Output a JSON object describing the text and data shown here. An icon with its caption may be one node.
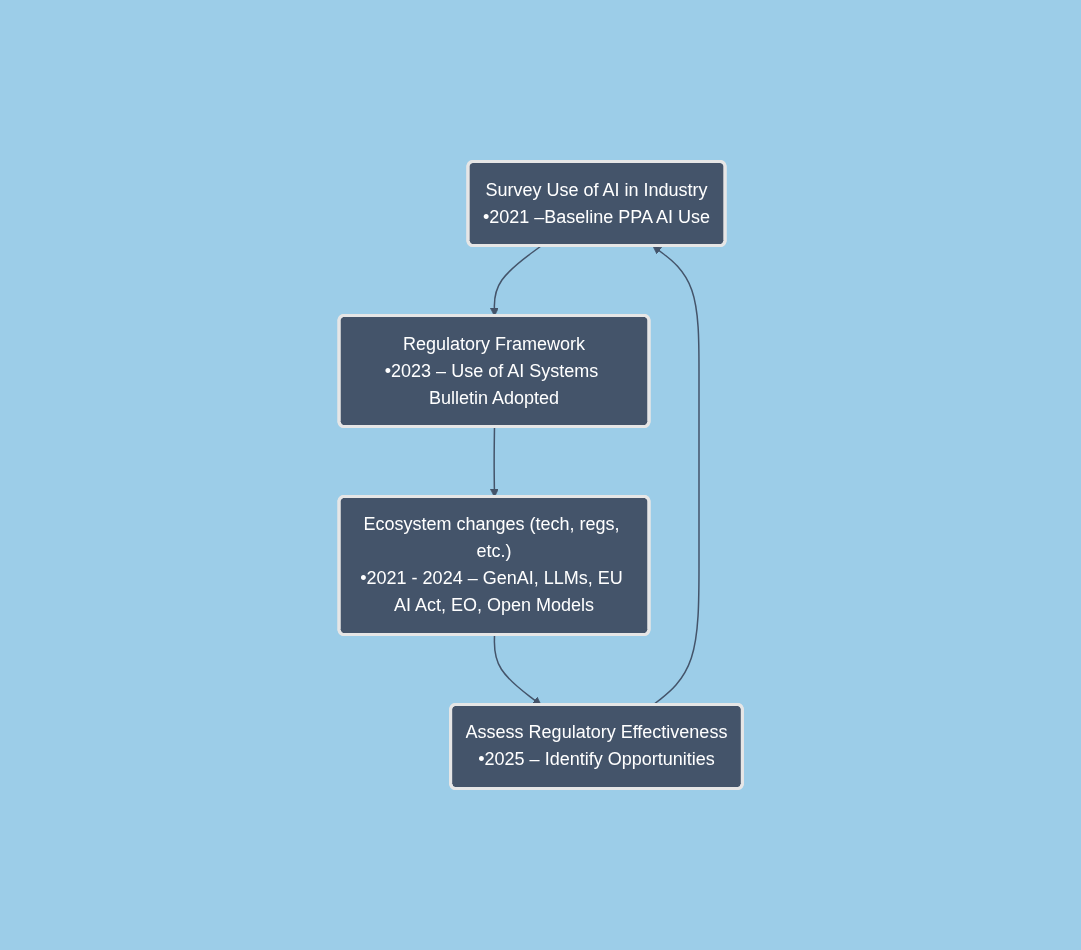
{
  "diagram": {
    "nodes": [
      {
        "text": [
          "Survey Use of AI in Industry",
          "•2021 –Baseline PPA AI Use"
        ]
      },
      {
        "text": [
          "Regulatory Framework",
          "•2023 – Use of AI Systems Bulletin Adopted"
        ]
      },
      {
        "text": [
          "Ecosystem changes (tech, regs, etc.)",
          "•2021 - 2024 – GenAI, LLMs, EU AI Act, EO, Open Models"
        ]
      },
      {
        "text": [
          "Assess Regulatory Effectiveness",
          "•2025 – Identify Opportunities"
        ]
      }
    ],
    "edges": [
      {
        "from": 0,
        "to": 1,
        "arrow": "to"
      },
      {
        "from": 1,
        "to": 2,
        "arrow": "to"
      },
      {
        "from": 2,
        "to": 3,
        "arrow": "to"
      },
      {
        "from": 3,
        "to": 0,
        "arrow": "to"
      }
    ]
  }
}
